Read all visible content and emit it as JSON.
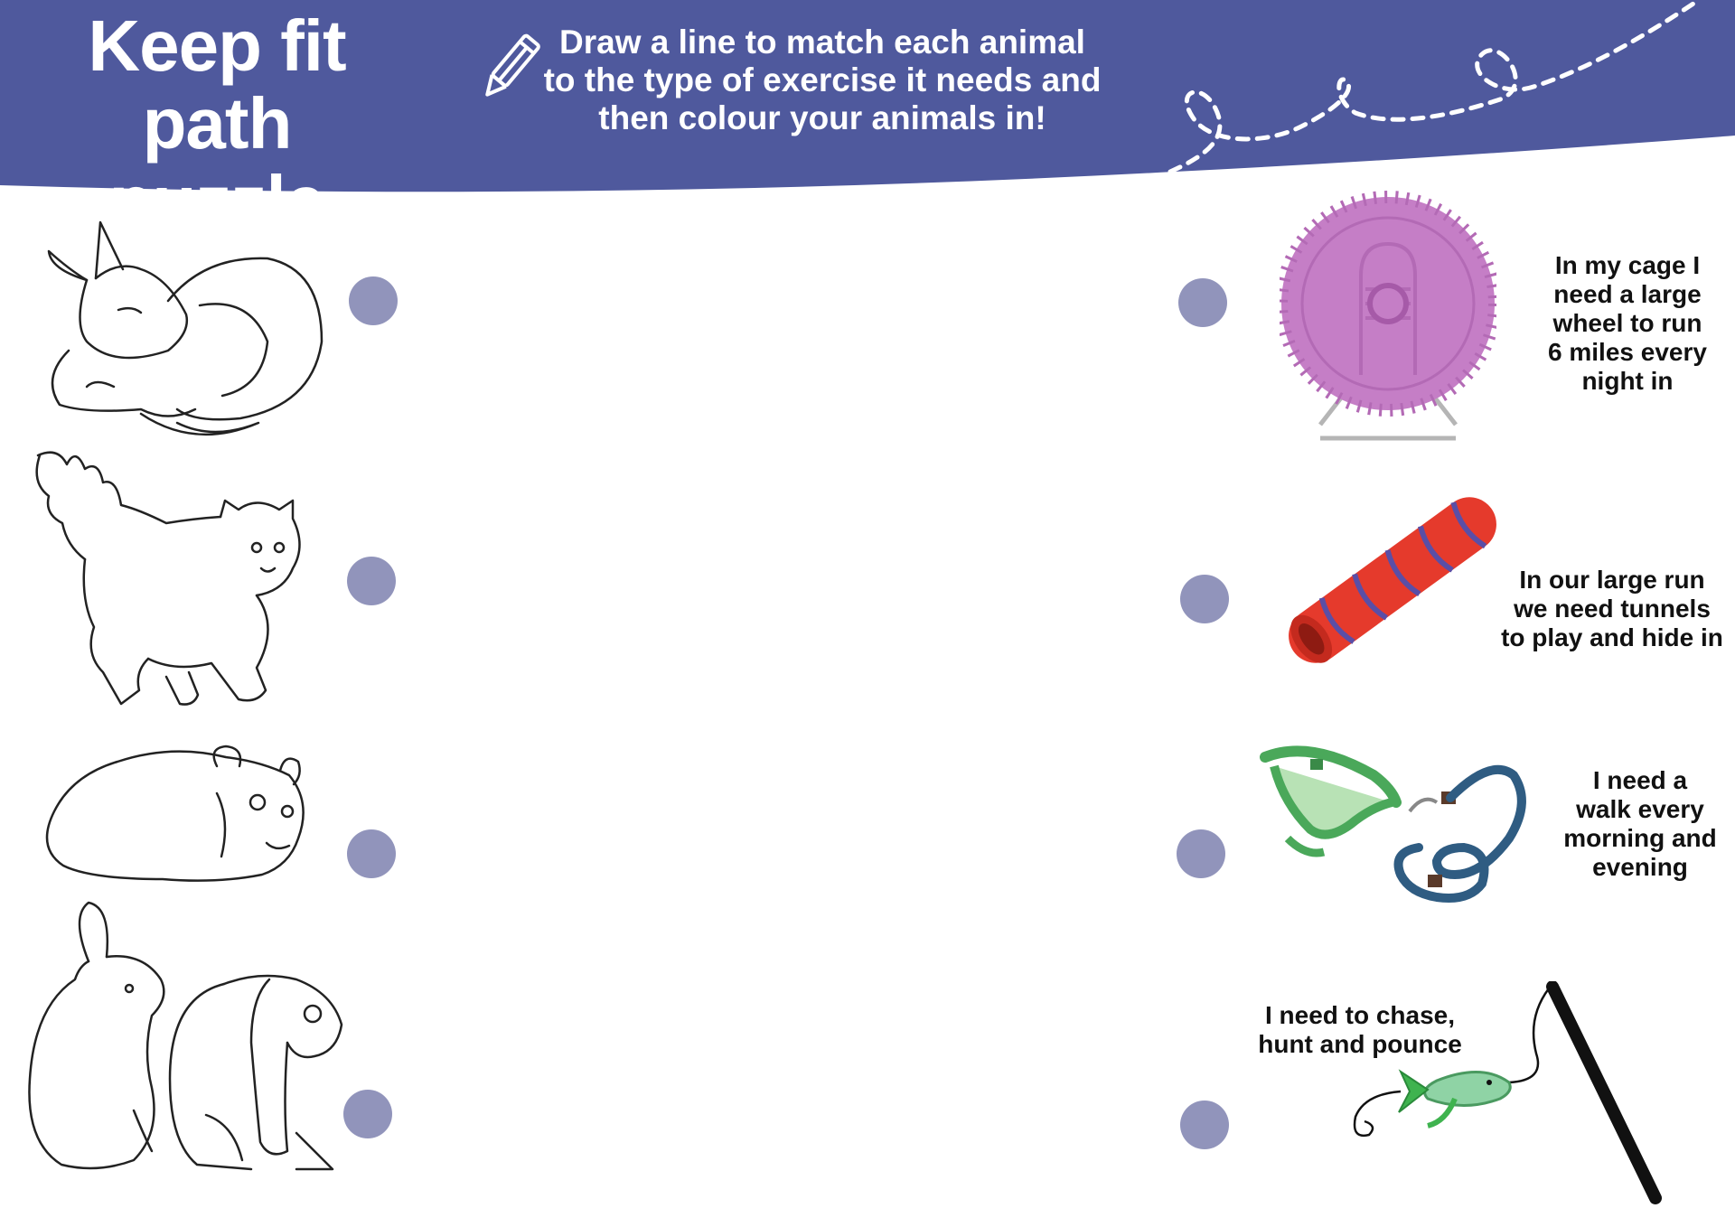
{
  "title": {
    "line1": "Keep fit",
    "line2": "path puzzle"
  },
  "instructions": {
    "line1": "Draw a line to match each animal",
    "line2": "to the type of exercise it needs and",
    "line3": "then colour your animals in!"
  },
  "colors": {
    "banner": "#4f599d",
    "dot": "#9194bb",
    "wheel": "#c57ec6",
    "tunnel": "#e53a2c",
    "tunnel_stripe": "#5a4ea6",
    "harness": "#4aa85a",
    "lead": "#2f5c82",
    "fish": "#8fd3a5"
  },
  "animals": [
    {
      "name": "dog",
      "icon": "dog-outline-icon"
    },
    {
      "name": "cat",
      "icon": "cat-outline-icon"
    },
    {
      "name": "guinea pig",
      "icon": "guinea-pig-outline-icon"
    },
    {
      "name": "rabbits",
      "icon": "rabbits-outline-icon"
    }
  ],
  "exercises": [
    {
      "icon": "hamster-wheel-icon",
      "lines": [
        "In my cage I",
        "need a large",
        "wheel to run",
        "6 miles every",
        "night in"
      ]
    },
    {
      "icon": "play-tunnel-icon",
      "lines": [
        "In our large run",
        "we need tunnels",
        "to play and hide in"
      ]
    },
    {
      "icon": "harness-and-lead-icon",
      "lines": [
        "I need a",
        "walk every",
        "morning and",
        "evening"
      ]
    },
    {
      "icon": "fishing-rod-toy-icon",
      "lines": [
        "I need to chase,",
        "hunt and pounce"
      ]
    }
  ]
}
